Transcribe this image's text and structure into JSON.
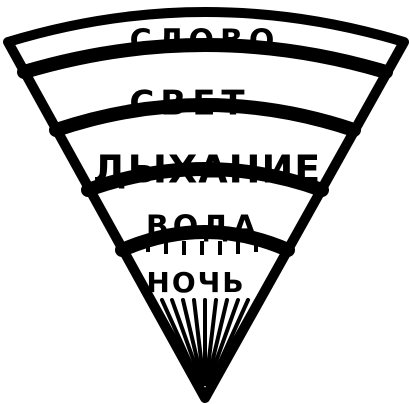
{
  "diagram": {
    "bands": [
      {
        "label": "СЛОВО"
      },
      {
        "label": "СВЕТ"
      },
      {
        "label": "ДЫХАНИЕ"
      },
      {
        "label": "ВОДА"
      },
      {
        "label": "НОЧЬ"
      }
    ],
    "colors": {
      "ink": "#000000",
      "paper": "#ffffff"
    }
  }
}
